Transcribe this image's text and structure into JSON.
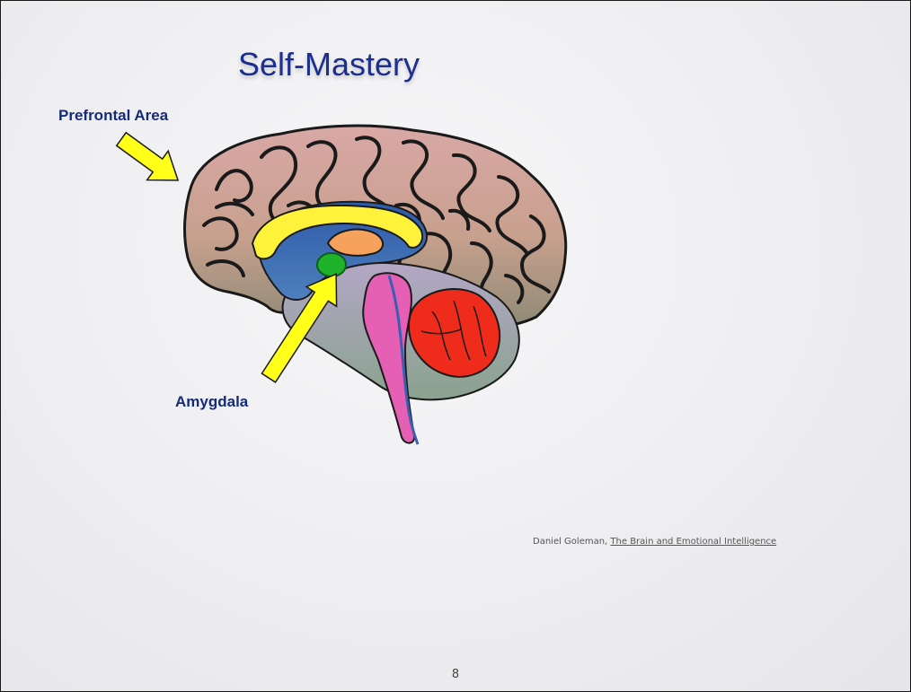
{
  "slide": {
    "title": "Self-Mastery",
    "labels": {
      "prefrontal": "Prefrontal Area",
      "amygdala": "Amygdala"
    },
    "citation": {
      "author": "Daniel Goleman, ",
      "book": "The Brain and Emotional Intelligence"
    },
    "page_number": "8"
  },
  "colors": {
    "title": "#1c2f8f",
    "label": "#152b7a",
    "cortex": "#c9a69a",
    "arrow": "#ffff1a",
    "amygdala": "#1fb32c",
    "cerebellum": "#ef2b1c",
    "brainstem": "#e55fb4",
    "corpus_callosum": "#fff23a",
    "thalamus": "#f7a25c"
  }
}
